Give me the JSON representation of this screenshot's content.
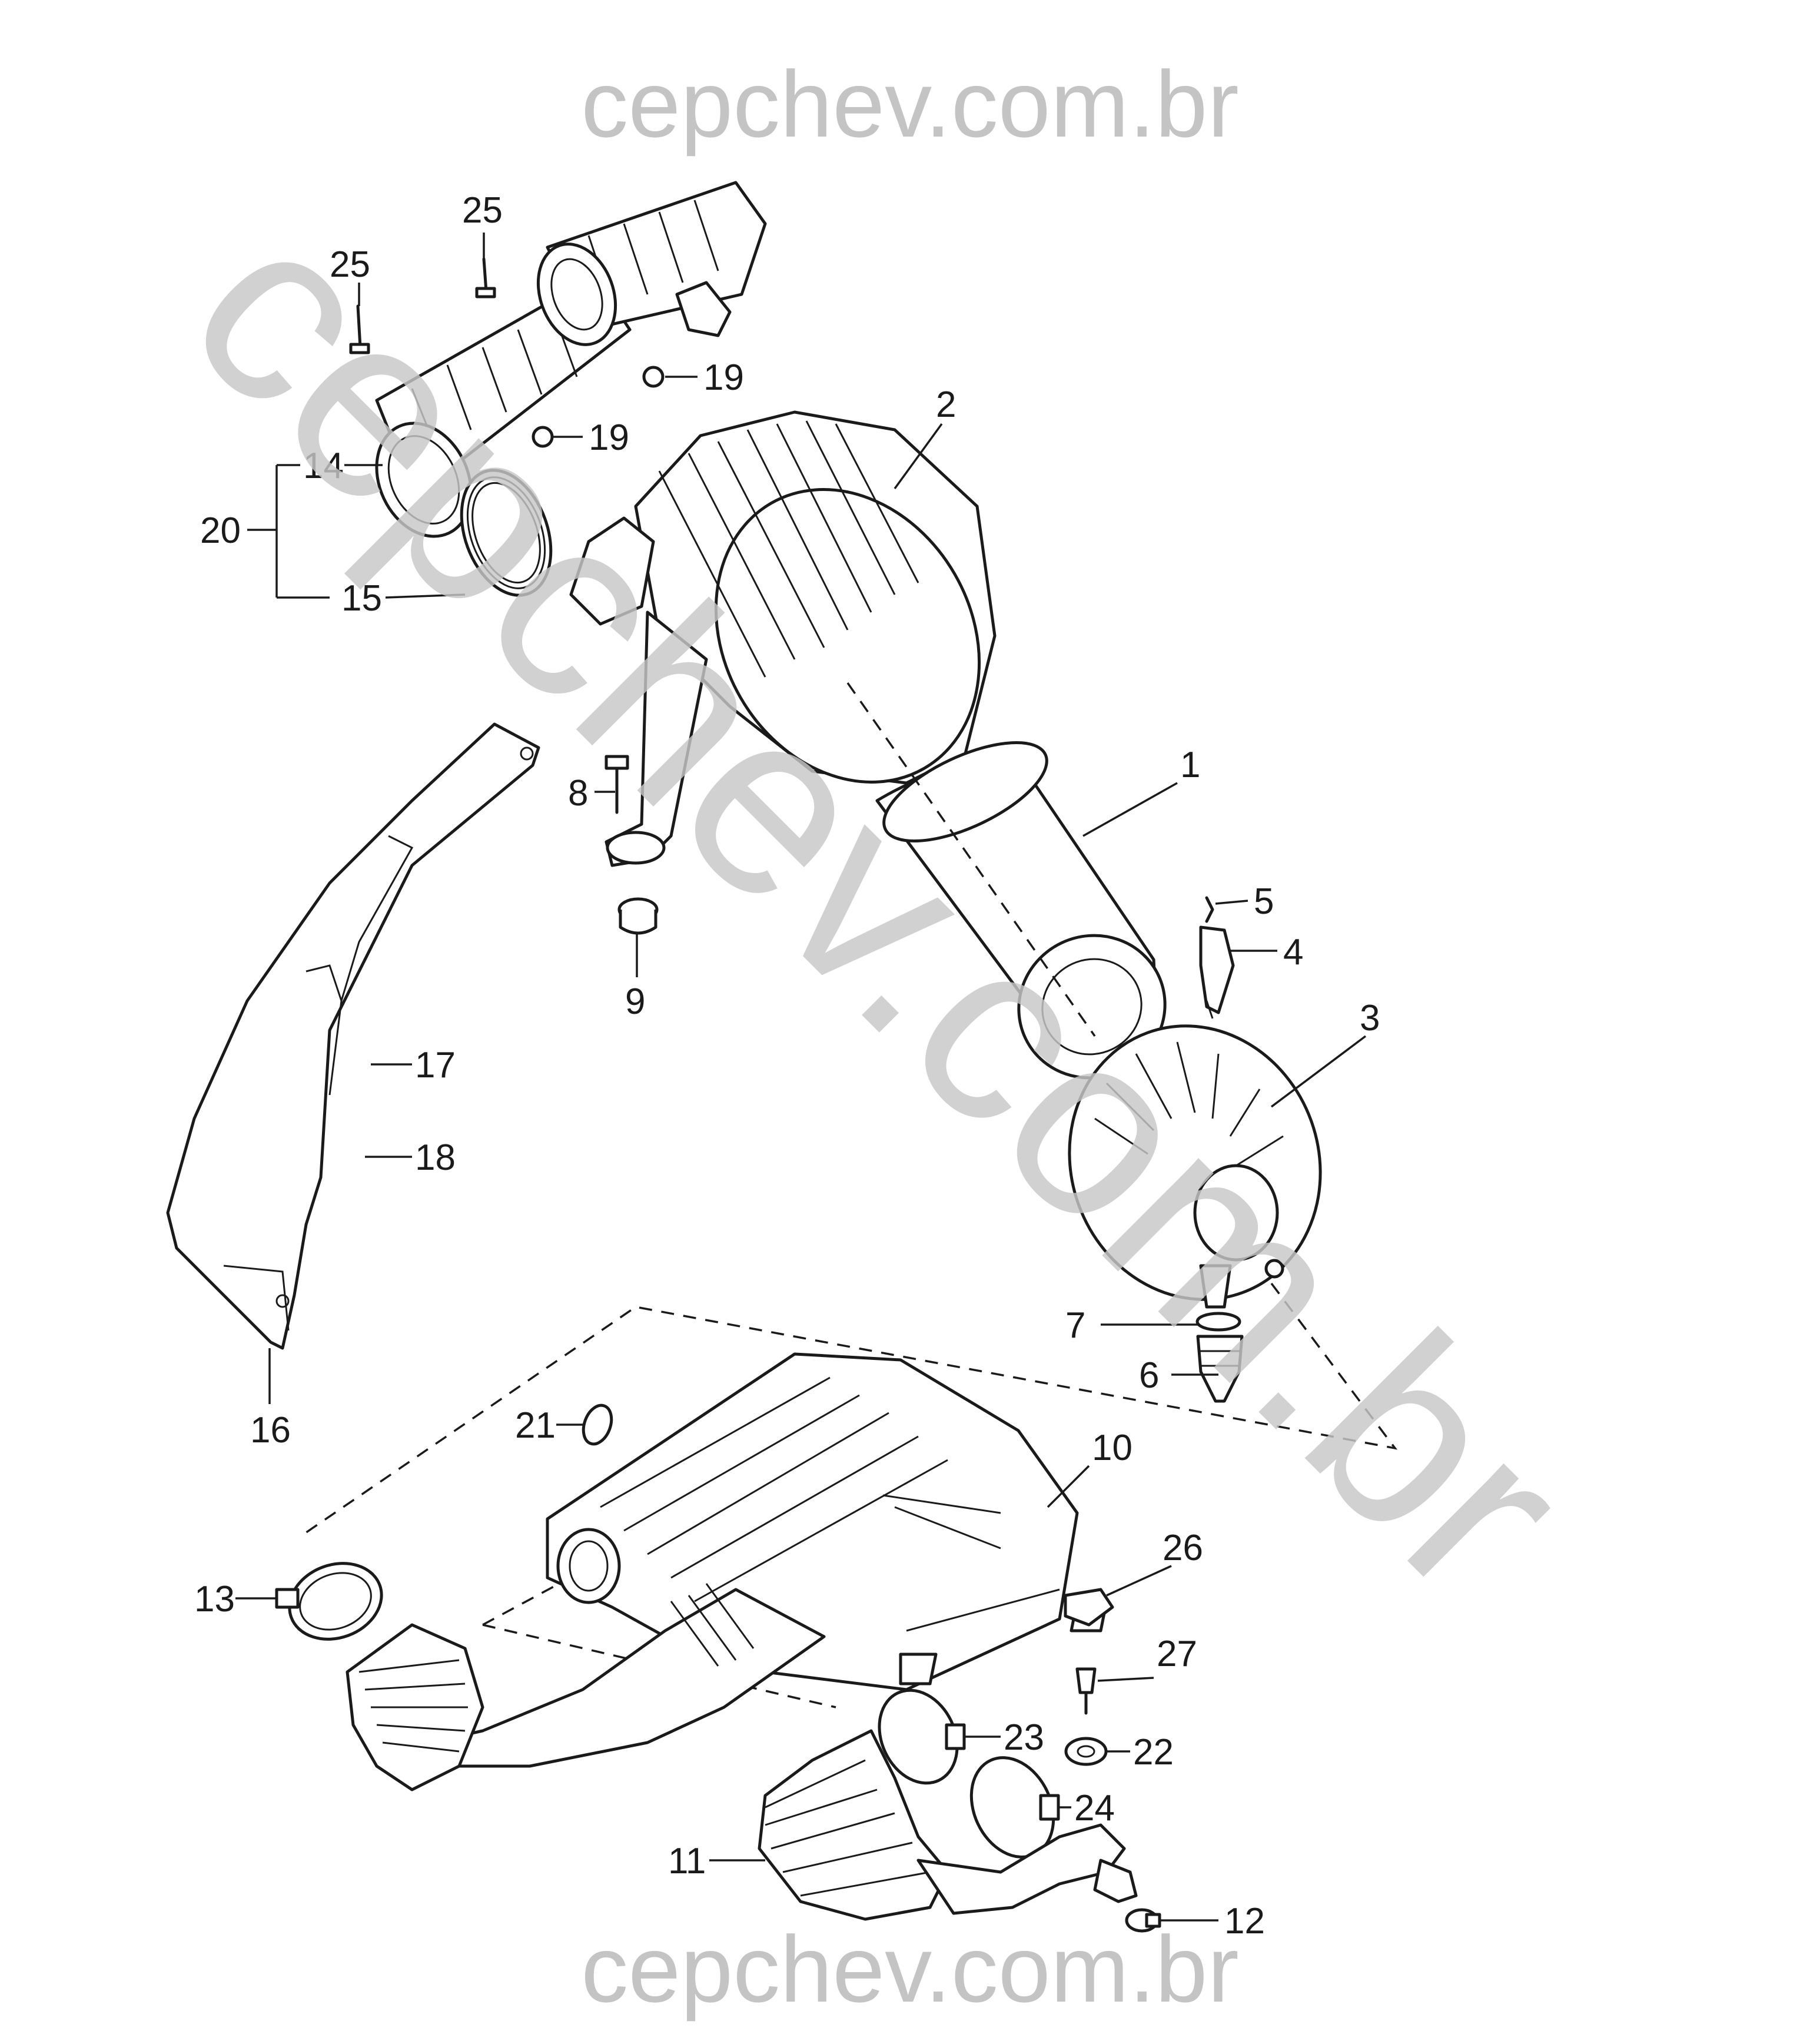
{
  "watermark": {
    "top": "cepchev.com.br",
    "bottom": "cepchev.com.br",
    "diagonal": "cepchev.com.br"
  },
  "callouts": {
    "c1": "1",
    "c2": "2",
    "c3": "3",
    "c4": "4",
    "c5": "5",
    "c6": "6",
    "c7": "7",
    "c8": "8",
    "c9": "9",
    "c10": "10",
    "c11": "11",
    "c12": "12",
    "c13": "13",
    "c14": "14",
    "c15": "15",
    "c16": "16",
    "c17": "17",
    "c18": "18",
    "c19a": "19",
    "c19b": "19",
    "c20": "20",
    "c21": "21",
    "c22": "22",
    "c23": "23",
    "c24": "24",
    "c25a": "25",
    "c25b": "25",
    "c26": "26",
    "c27": "27"
  },
  "colors": {
    "line": "#1a1a1a",
    "watermark": "#c4c4c4",
    "background": "#ffffff"
  }
}
